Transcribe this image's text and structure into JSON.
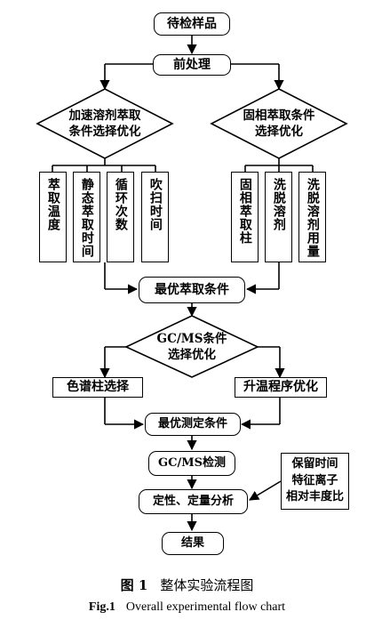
{
  "flowchart": {
    "sample": "待检样品",
    "pretreatment": "前处理",
    "left_decision": "加速溶剂萃取\n条件选择优化",
    "right_decision": "固相萃取条件\n选择优化",
    "left_params": [
      "萃取温度",
      "静态萃取时间",
      "循环次数",
      "吹扫时间"
    ],
    "right_params": [
      "固相萃取柱",
      "洗脱溶剂",
      "洗脱溶剂用量"
    ],
    "best_extraction": "最优萃取条件",
    "gcms_decision": "GC/MS条件\n选择优化",
    "column_selection": "色谱柱选择",
    "temp_program": "升温程序优化",
    "best_detection": "最优测定条件",
    "gcms_detect": "GC/MS检测",
    "analysis": "定性、定量分析",
    "note": "保留时间\n特征离子\n相对丰度比",
    "result": "结果"
  },
  "caption": {
    "zh_label": "图 1",
    "zh_title": "整体实验流程图",
    "en_label": "Fig.1",
    "en_title": "Overall experimental flow chart"
  }
}
